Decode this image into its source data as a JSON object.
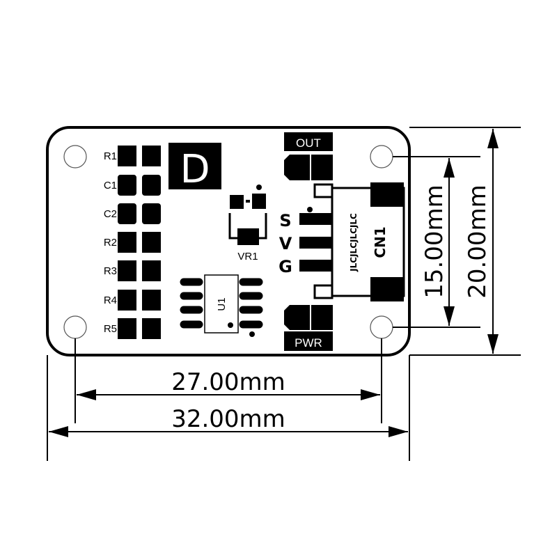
{
  "dimensions": {
    "hole_spacing_width": "27.00mm",
    "board_width": "32.00mm",
    "hole_spacing_height": "15.00mm",
    "board_height": "20.00mm"
  },
  "board": {
    "logo_letter": "D",
    "component_labels": [
      "R1",
      "C1",
      "C2",
      "R2",
      "R3",
      "R4",
      "R5"
    ],
    "vr_label": "VR1",
    "ic_label": "U1",
    "out_label": "OUT",
    "pwr_label": "PWR",
    "pin_labels": [
      "S",
      "V",
      "G"
    ],
    "connector_label": "CN1",
    "connector_marking": "JLCJLCJLCJLC"
  }
}
